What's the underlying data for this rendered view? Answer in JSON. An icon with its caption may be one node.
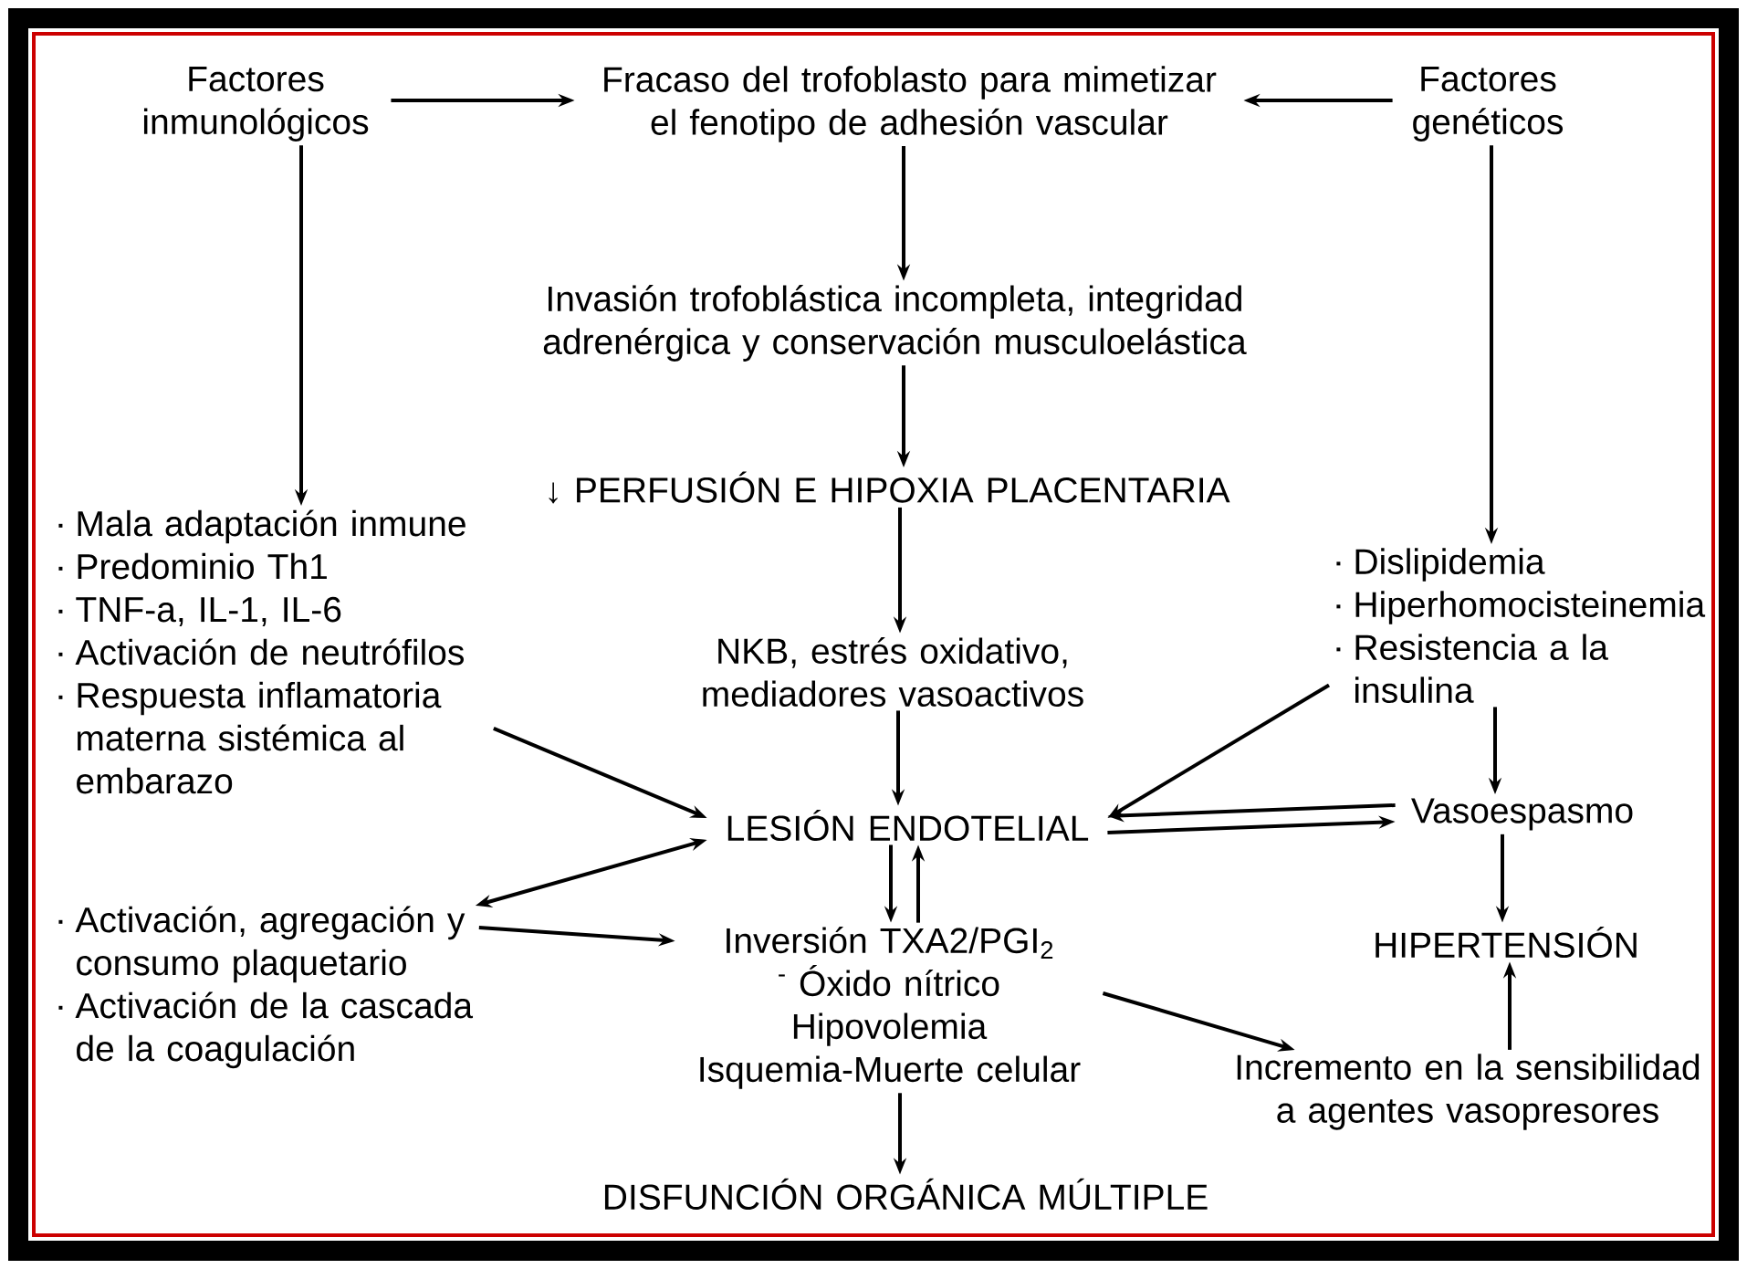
{
  "diagram": {
    "nodes": [
      {
        "text": [
          "Factores inmunológicos"
        ]
      },
      {
        "text": [
          "Fracaso del trofoblasto para mimetizar el fenotipo de adhesión vascular"
        ]
      },
      {
        "text": [
          "Factores genéticos"
        ]
      },
      {
        "text": [
          "Invasión trofoblástica incompleta, integridad adrenérgica y conservación musculoelástica"
        ]
      },
      {
        "text": [
          "↓ PERFUSIÓN E HIPOXIA PLACENTARIA"
        ]
      },
      {
        "text": [
          "Mala adaptación inmune",
          "Predominio Th1",
          "TNF-a, IL-1, IL-6",
          "Activación de neutrófilos",
          "Respuesta inflamatoria materna sistémica al embarazo"
        ]
      },
      {
        "text": [
          "Dislipidemia",
          "Hiperhomocisteinemia",
          "Resistencia a la insulina"
        ]
      },
      {
        "text": [
          "NKB, estrés oxidativo, mediadores vasoactivos"
        ]
      },
      {
        "text": [
          "LESIÓN ENDOTELIAL"
        ]
      },
      {
        "text": [
          "Vasoespasmo"
        ]
      },
      {
        "text": [
          "Activación, agregación y consumo plaquetario",
          "Activación de la cascada de la coagulación"
        ]
      },
      {
        "text": [
          "Inversión TXA2/PGI$_{2}$",
          "$^{-}$ Óxido nítrico",
          "Hipovolemia",
          "Isquemia-Muerte celular"
        ]
      },
      {
        "text": [
          "HIPERTENSIÓN"
        ]
      },
      {
        "text": [
          "Incremento en la sensibilidad a agentes vasopresores"
        ]
      },
      {
        "text": [
          "DISFUNCIÓN ORGÁNICA MÚLTIPLE"
        ]
      }
    ],
    "edges": [
      {
        "from": 0,
        "to": 1,
        "arrow": "to"
      },
      {
        "from": 2,
        "to": 1,
        "arrow": "to"
      },
      {
        "from": 1,
        "to": 3,
        "arrow": "to"
      },
      {
        "from": 3,
        "to": 4,
        "arrow": "to"
      },
      {
        "from": 4,
        "to": 7,
        "arrow": "to"
      },
      {
        "from": 0,
        "to": 5,
        "arrow": "to"
      },
      {
        "from": 2,
        "to": 6,
        "arrow": "to"
      },
      {
        "from": 5,
        "to": 8,
        "arrow": "to"
      },
      {
        "from": 6,
        "to": 8,
        "arrow": "to"
      },
      {
        "from": 7,
        "to": 8,
        "arrow": "to"
      },
      {
        "from": 8,
        "to": 9,
        "arrow": "to"
      },
      {
        "from": 9,
        "to": 8,
        "arrow": "to"
      },
      {
        "from": 6,
        "to": 9,
        "arrow": "to"
      },
      {
        "from": 8,
        "to": 10,
        "arrow": "both"
      },
      {
        "from": 10,
        "to": 11,
        "arrow": "to"
      },
      {
        "from": 8,
        "to": 11,
        "arrow": "to"
      },
      {
        "from": 11,
        "to": 8,
        "arrow": "to"
      },
      {
        "from": 9,
        "to": 12,
        "arrow": "to"
      },
      {
        "from": 11,
        "to": 13,
        "arrow": "to"
      },
      {
        "from": 13,
        "to": 12,
        "arrow": "to"
      },
      {
        "from": 11,
        "to": 14,
        "arrow": "to"
      }
    ]
  }
}
